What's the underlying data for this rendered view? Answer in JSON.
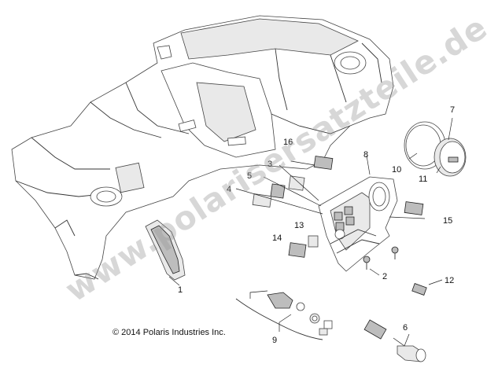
{
  "diagram": {
    "copyright": "© 2014 Polaris Industries Inc.",
    "watermark": "www.polarisersatzteile.de",
    "callouts": [
      "1",
      "2",
      "3",
      "4",
      "5",
      "6",
      "7",
      "8",
      "9",
      "10",
      "11",
      "12",
      "13",
      "14",
      "15",
      "16"
    ]
  }
}
